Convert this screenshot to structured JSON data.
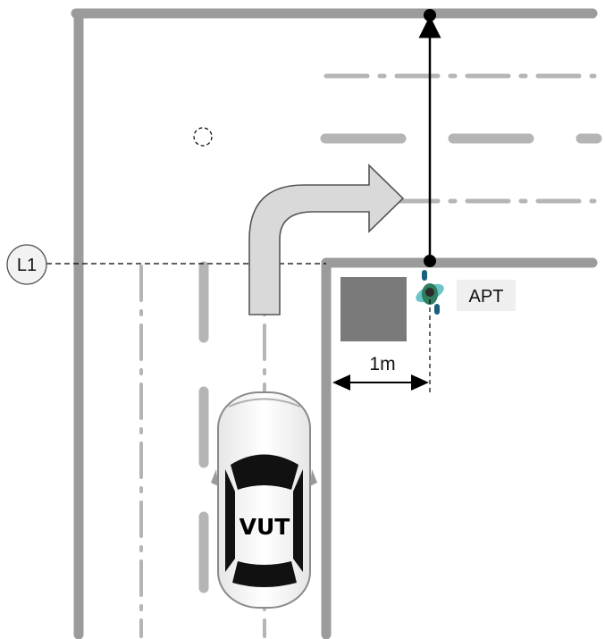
{
  "labels": {
    "reference_line": "L1",
    "target": "APT",
    "vehicle": "VUT",
    "offset_distance": "1m"
  },
  "colors": {
    "road_edge": "#9b9b9b",
    "lane_marking": "#b5b5b5",
    "obstacle": "#7a7a7a",
    "turn_arrow_fill": "#d9d9d9",
    "target_path": "#000000",
    "label_background": "#efefef"
  }
}
